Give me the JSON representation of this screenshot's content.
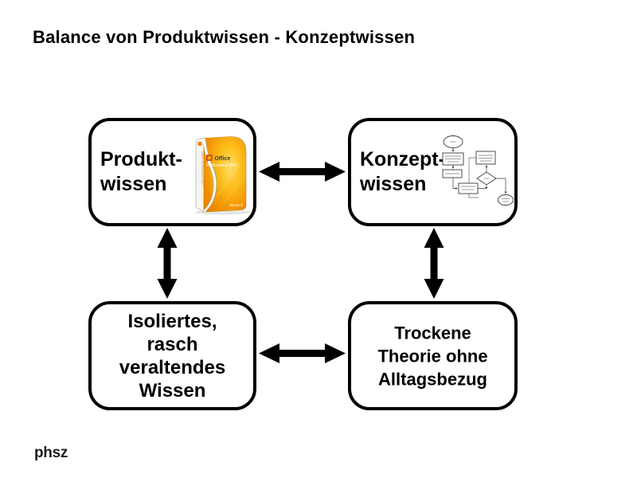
{
  "slide": {
    "title": "Balance von Produktwissen - Konzeptwissen",
    "footer_logo": "phsz"
  },
  "boxes": {
    "product": {
      "lines": [
        "Produkt-",
        "wissen"
      ]
    },
    "concept": {
      "lines": [
        "Konzept-",
        "wissen"
      ]
    },
    "isolated": {
      "lines": [
        "Isoliertes,",
        "rasch",
        "veraltendes",
        "Wissen"
      ]
    },
    "dry_theory": {
      "lines": [
        "Trockene",
        "Theorie ohne",
        "Alltagsbezug"
      ]
    }
  },
  "office_box": {
    "title": "Office",
    "subtitle": "Professional 2007",
    "brand": "Microsoft"
  },
  "icons": {
    "office_box_image": "office-2007-product-box",
    "flowchart_image": "flowchart-diagram"
  },
  "colors": {
    "background": "#ffffff",
    "box_border": "#000000",
    "arrow": "#000000",
    "text": "#000000",
    "office_orange": "#F59B00",
    "office_orange_light": "#FFDC6B",
    "logo_text": "#1c1c1c"
  }
}
